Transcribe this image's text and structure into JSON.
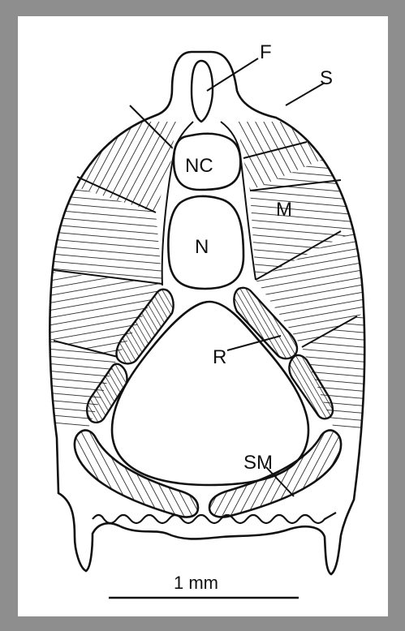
{
  "figure": {
    "labels": {
      "f": "F",
      "s": "S",
      "nc": "NC",
      "m": "M",
      "n": "N",
      "r": "R",
      "sm": "SM"
    },
    "scale_bar": {
      "label": "1 mm"
    },
    "colors": {
      "frame": "#8e8e8e",
      "paper": "#ffffff",
      "ink": "#111111"
    }
  }
}
